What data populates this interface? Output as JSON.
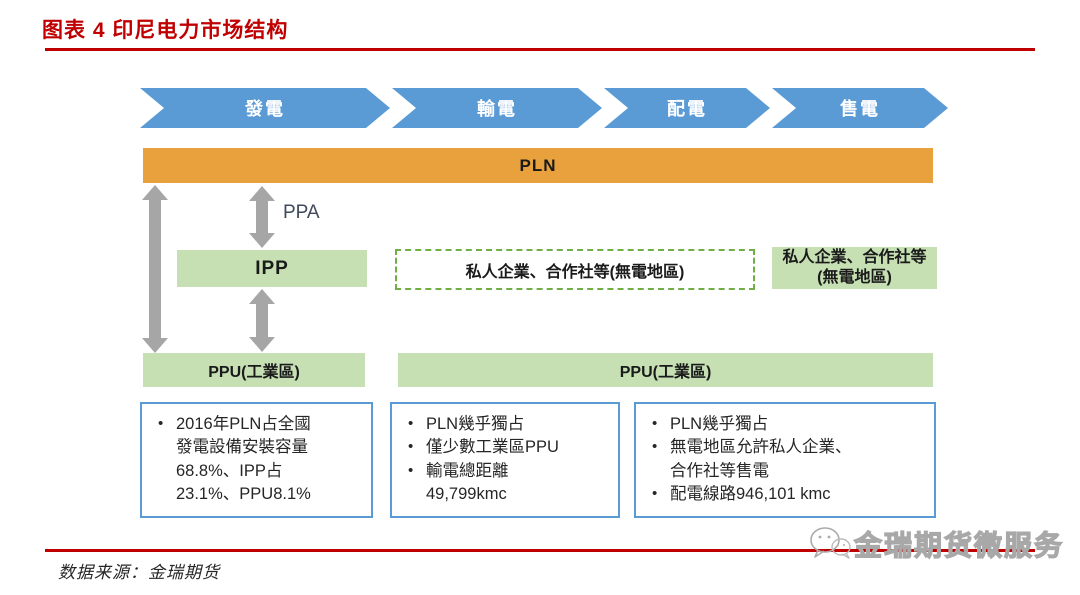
{
  "title": "图表 4 印尼电力市场结构",
  "colors": {
    "accent_red": "#C00000",
    "arrow_blue": "#5B9BD5",
    "bar_orange": "#E8A13C",
    "box_green": "#C6E0B4",
    "dashed_border_green": "#6FAF46",
    "gray_arrow": "#A6A6A6",
    "note_border_blue": "#5B9BD5"
  },
  "flow_steps": [
    {
      "label": "發電"
    },
    {
      "label": "輸電"
    },
    {
      "label": "配電"
    },
    {
      "label": "售電"
    }
  ],
  "diagram": {
    "pln": "PLN",
    "ppa": "PPA",
    "ipp": "IPP",
    "ppu_left": "PPU(工業區)",
    "ppu_right": "PPU(工業區)",
    "private_dashed": "私人企業、合作社等(無電地區)",
    "private_solid": "私人企業、合作社等(無電地區)"
  },
  "notes": [
    {
      "bullets": [
        "2016年PLN占全國\n發電設備安裝容量\n68.8%、IPP占\n23.1%、PPU8.1%"
      ]
    },
    {
      "bullets": [
        "PLN幾乎獨占",
        "僅少數工業區PPU",
        "輸電總距離\n49,799kmc"
      ]
    },
    {
      "bullets": [
        "PLN幾乎獨占",
        "無電地區允許私人企業、\n合作社等售電",
        "配電線路946,101 kmc"
      ]
    }
  ],
  "footer": {
    "source": "数据来源：金瑞期货",
    "watermark": "金瑞期货微服务"
  }
}
